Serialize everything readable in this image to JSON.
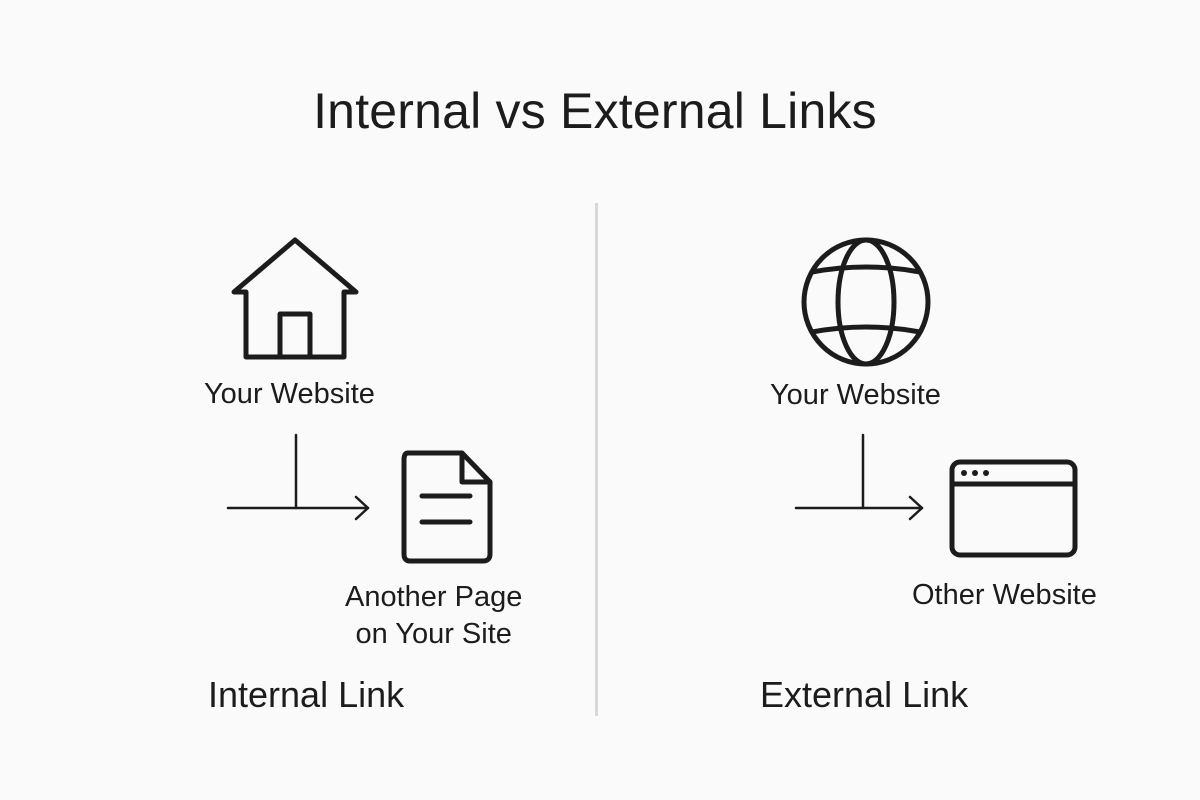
{
  "title": "Internal vs External Links",
  "internal": {
    "source_label": "Your Website",
    "target_label_line1": "Another Page",
    "target_label_line2": "on Your Site",
    "heading": "Internal Link",
    "source_icon": "house-icon",
    "target_icon": "document-icon"
  },
  "external": {
    "source_label": "Your Website",
    "target_label": "Other Website",
    "heading": "External Link",
    "source_icon": "globe-icon",
    "target_icon": "browser-window-icon"
  },
  "colors": {
    "background": "#fafafa",
    "stroke": "#1c1c1c",
    "divider": "#d8d8d8"
  }
}
